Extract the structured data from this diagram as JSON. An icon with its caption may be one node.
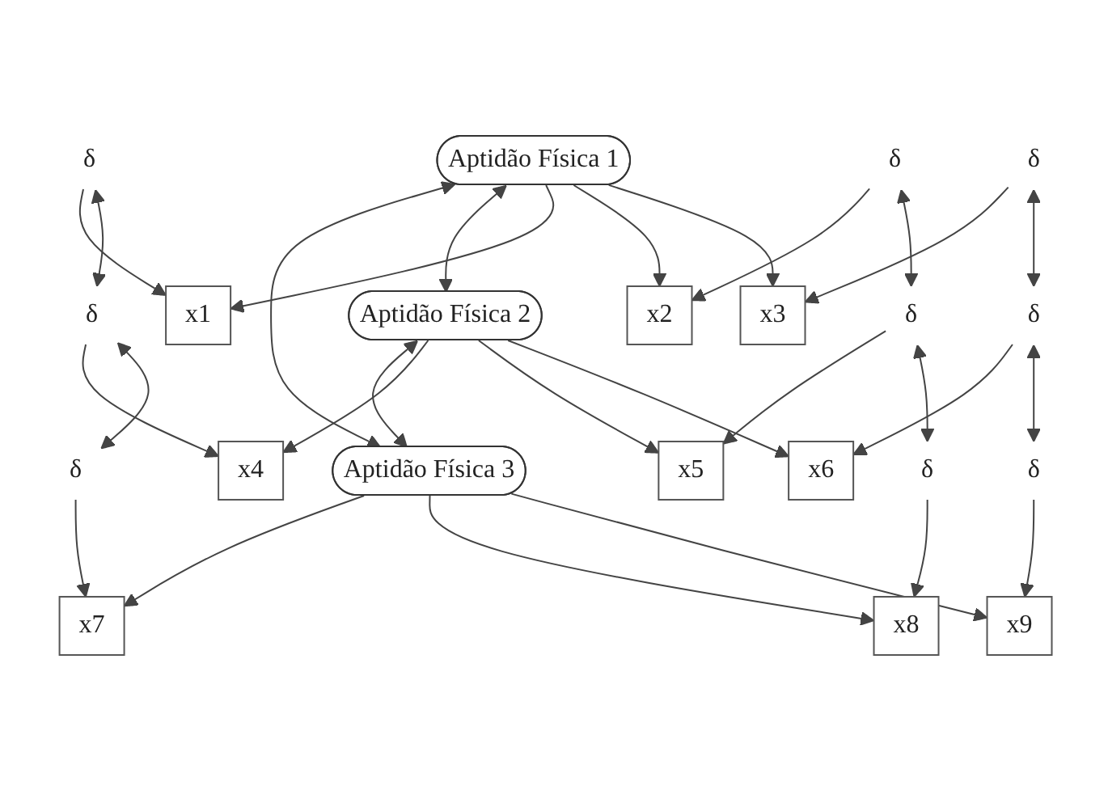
{
  "diagram": {
    "nodes": [
      {
        "text": [
          "Aptidão Física 1"
        ]
      },
      {
        "text": [
          "Aptidão Física 2"
        ]
      },
      {
        "text": [
          "Aptidão Física 3"
        ]
      },
      {
        "text": [
          "x1"
        ]
      },
      {
        "text": [
          "x2"
        ]
      },
      {
        "text": [
          "x3"
        ]
      },
      {
        "text": [
          "x4"
        ]
      },
      {
        "text": [
          "x5"
        ]
      },
      {
        "text": [
          "x6"
        ]
      },
      {
        "text": [
          "x7"
        ]
      },
      {
        "text": [
          "x8"
        ]
      },
      {
        "text": [
          "x9"
        ]
      },
      {
        "text": [
          "δ"
        ]
      },
      {
        "text": [
          "δ"
        ]
      },
      {
        "text": [
          "δ"
        ]
      },
      {
        "text": [
          "δ"
        ]
      },
      {
        "text": [
          "δ"
        ]
      },
      {
        "text": [
          "δ"
        ]
      },
      {
        "text": [
          "δ"
        ]
      },
      {
        "text": [
          "δ"
        ]
      },
      {
        "text": [
          "δ"
        ]
      }
    ],
    "edges": [
      {
        "from": 0,
        "to": 2,
        "arrow": "both"
      },
      {
        "from": 0,
        "to": 1,
        "arrow": "both"
      },
      {
        "from": 1,
        "to": 2,
        "arrow": "both"
      },
      {
        "from": 0,
        "to": 3,
        "arrow": "to"
      },
      {
        "from": 0,
        "to": 4,
        "arrow": "to"
      },
      {
        "from": 0,
        "to": 5,
        "arrow": "to"
      },
      {
        "from": 1,
        "to": 6,
        "arrow": "to"
      },
      {
        "from": 1,
        "to": 7,
        "arrow": "to"
      },
      {
        "from": 1,
        "to": 8,
        "arrow": "to"
      },
      {
        "from": 2,
        "to": 9,
        "arrow": "to"
      },
      {
        "from": 2,
        "to": 10,
        "arrow": "to"
      },
      {
        "from": 2,
        "to": 11,
        "arrow": "to"
      },
      {
        "from": 12,
        "to": 3,
        "arrow": "to"
      },
      {
        "from": 13,
        "to": 4,
        "arrow": "to"
      },
      {
        "from": 14,
        "to": 5,
        "arrow": "to"
      },
      {
        "from": 15,
        "to": 6,
        "arrow": "to"
      },
      {
        "from": 16,
        "to": 7,
        "arrow": "to"
      },
      {
        "from": 17,
        "to": 8,
        "arrow": "to"
      },
      {
        "from": 18,
        "to": 9,
        "arrow": "to"
      },
      {
        "from": 19,
        "to": 10,
        "arrow": "to"
      },
      {
        "from": 20,
        "to": 11,
        "arrow": "to"
      },
      {
        "from": 12,
        "to": 15,
        "arrow": "both"
      },
      {
        "from": 13,
        "to": 16,
        "arrow": "both"
      },
      {
        "from": 14,
        "to": 17,
        "arrow": "both"
      },
      {
        "from": 15,
        "to": 18,
        "arrow": "both"
      },
      {
        "from": 16,
        "to": 19,
        "arrow": "both"
      },
      {
        "from": 17,
        "to": 20,
        "arrow": "both"
      }
    ]
  }
}
